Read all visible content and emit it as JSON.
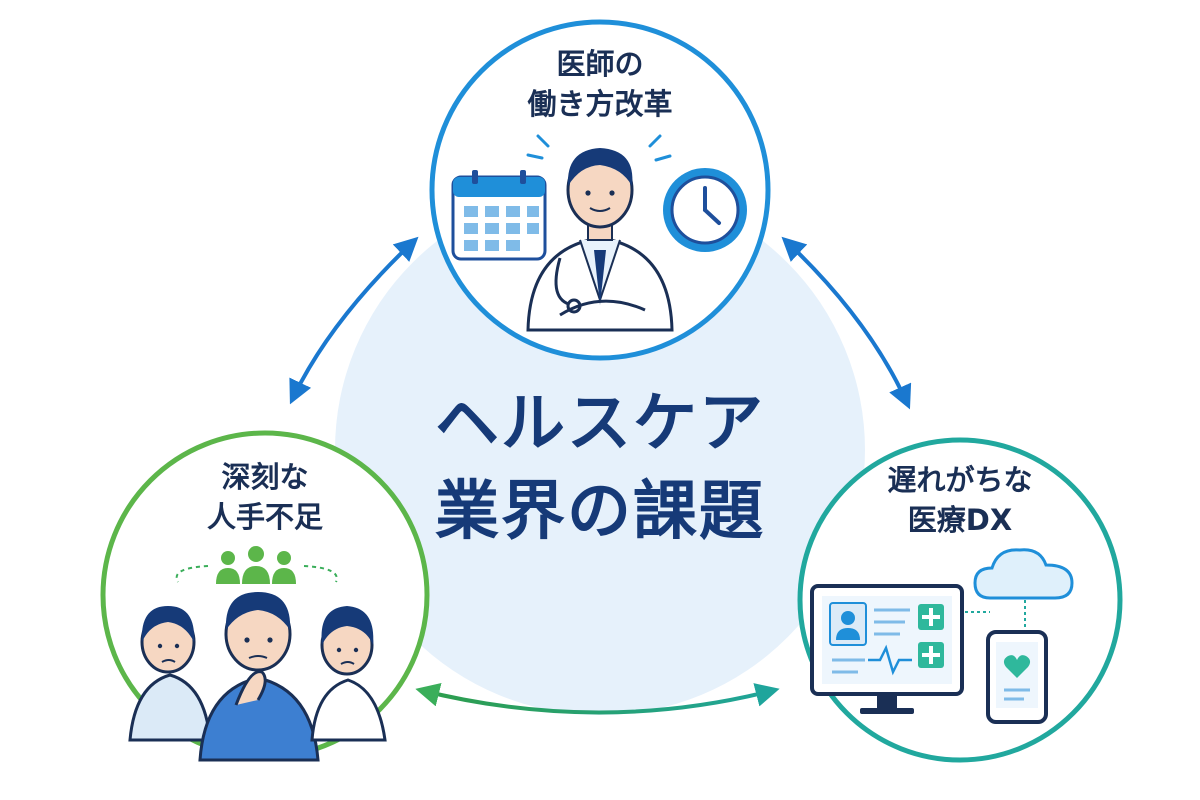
{
  "center": {
    "line1": "ヘルスケア",
    "line2": "業界の課題"
  },
  "nodes": {
    "doctor": {
      "line1": "医師の",
      "line2": "働き方改革"
    },
    "staff": {
      "line1": "深刻な",
      "line2": "人手不足"
    },
    "dx": {
      "line1": "遅れがちな",
      "line2": "医療DX"
    }
  },
  "colors": {
    "center_bg": "#e6f1fb",
    "doctor_ring": "#1f8fd9",
    "staff_ring": "#5cb64a",
    "dx_ring": "#21a89e",
    "arrow_blue": "#1a78cf",
    "arrow_green": "#3aae5a",
    "navy": "#163a78",
    "people_green": "#5cb64a"
  },
  "icons": [
    "calendar-icon",
    "clock-icon",
    "doctor-illustration",
    "people-group-icon",
    "nurse-illustration",
    "worker-illustration",
    "monitor-icon",
    "cloud-icon",
    "smartphone-icon",
    "heart-icon",
    "medical-cross-icon",
    "pulse-icon",
    "profile-icon"
  ]
}
